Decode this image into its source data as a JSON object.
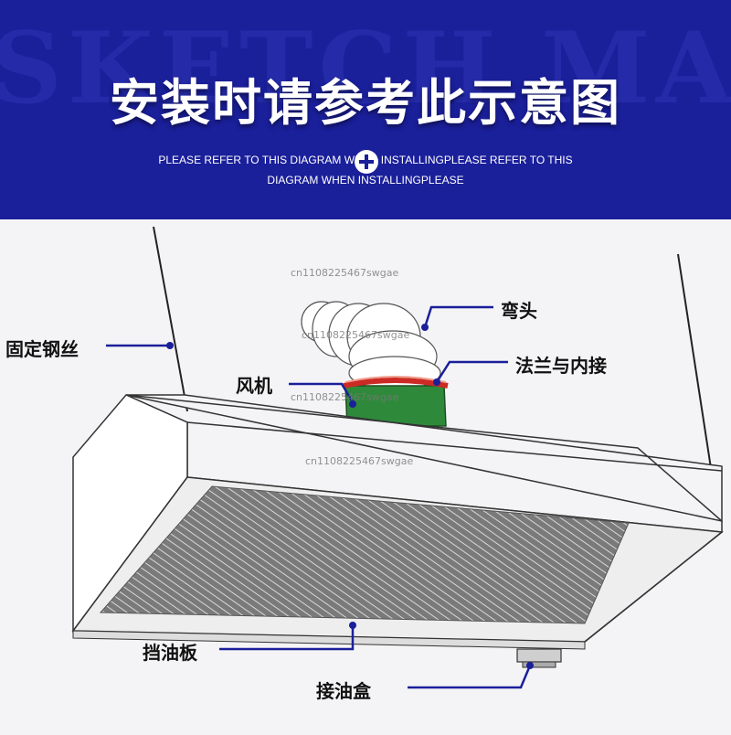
{
  "header": {
    "background_text": "SKETCH MAP",
    "title": "安装时请参考此示意图",
    "subtitle_line1": "PLEASE REFER TO THIS DIAGRAM WHEN INSTALLINGPLEASE REFER TO THIS",
    "subtitle_line2": "DIAGRAM WHEN INSTALLINGPLEASE",
    "colors": {
      "banner": "#1a1f9a",
      "text": "#ffffff"
    }
  },
  "watermark": "cn1108225467swgae",
  "labels": {
    "elbow": "弯头",
    "flange": "法兰与内接",
    "fan": "风机",
    "steel_wire": "固定钢丝",
    "grease_filter": "挡油板",
    "oil_box": "接油盒"
  },
  "colors": {
    "leader": "#1a1f9a",
    "fan_body": "#2e8a3a",
    "flange": "#cc2a24",
    "hood_edge": "#333333"
  }
}
